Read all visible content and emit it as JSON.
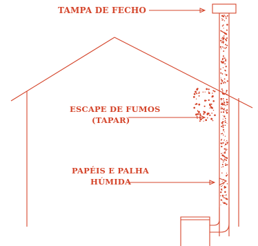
{
  "diagram": {
    "labels": {
      "cap": "TAMPA DE FECHO",
      "escape_line1": "ESCAPE DE FUMOS",
      "escape_line2": "(TAPAR)",
      "paper_line1": "PAPÉIS E PALHA",
      "paper_line2": "HÚMIDA"
    },
    "colors": {
      "line": "#d4452b",
      "label": "#d4452b",
      "background": "#ffffff"
    }
  }
}
